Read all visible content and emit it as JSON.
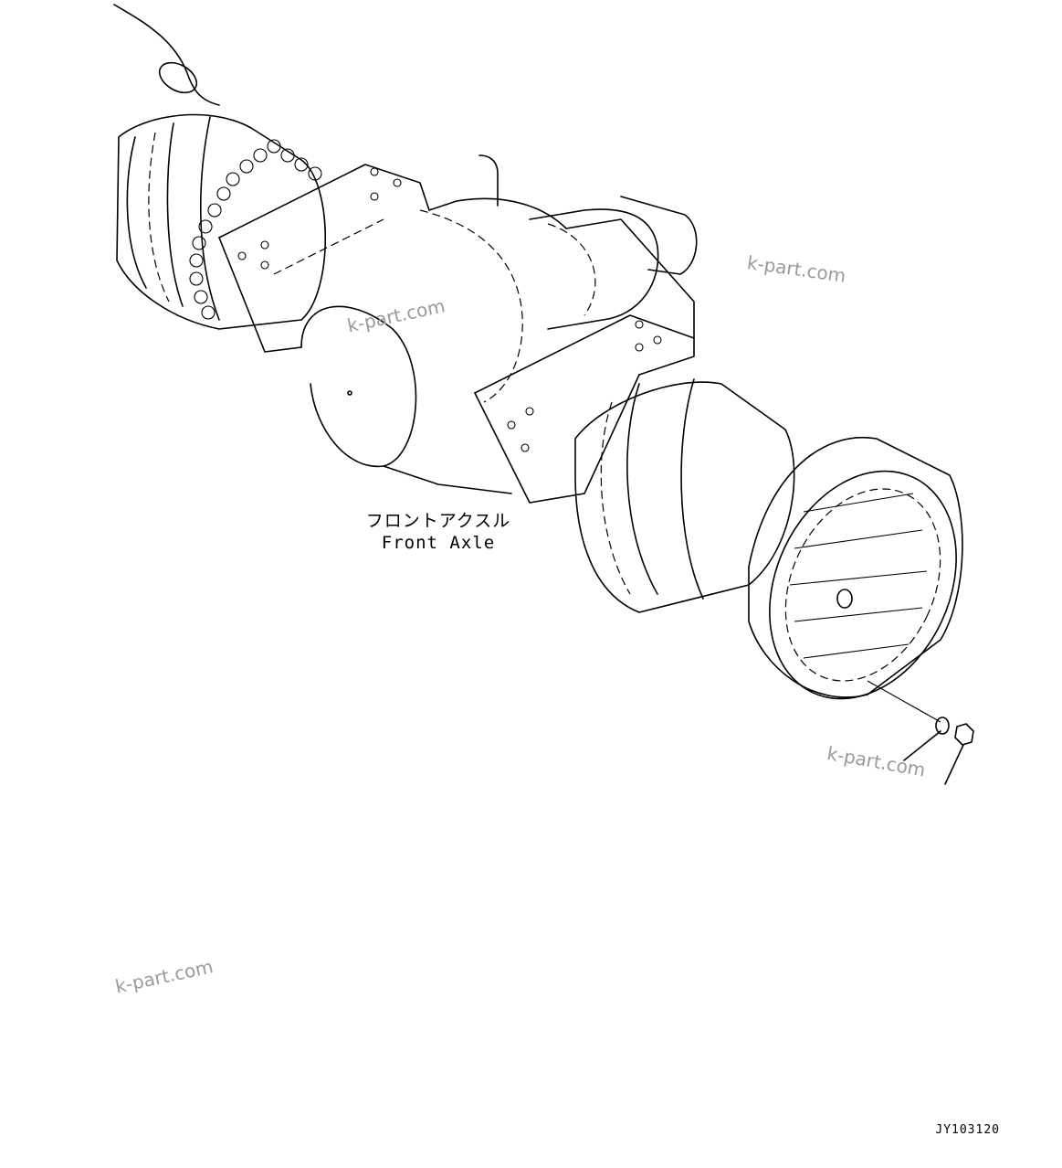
{
  "diagram": {
    "assembly_label_jp": "フロントアクスル",
    "assembly_label_en": "Front Axle",
    "drawing_code": "JY103120"
  },
  "watermarks": [
    "k-part.com",
    "k-part.com",
    "k-part.com",
    "k-part.com"
  ],
  "colors": {
    "line": "#000000",
    "watermark": "#9a9a9a",
    "background": "#ffffff"
  }
}
